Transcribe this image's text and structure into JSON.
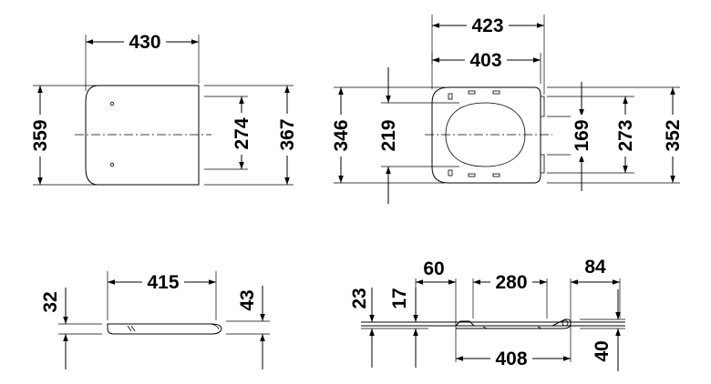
{
  "dimensions": {
    "front_seat_width": "430",
    "front_seat_depth": "359",
    "front_lid_inner": "274",
    "front_lid_depth": "367",
    "ring_outer_width": "423",
    "ring_inner_width": "403",
    "ring_depth_left": "346",
    "ring_opening_left": "219",
    "ring_opening_right": "169",
    "ring_inner_right": "273",
    "ring_depth_right": "352",
    "side_length": "415",
    "side_height_left": "32",
    "side_height_right": "43",
    "detail_height_23": "23",
    "detail_height_17": "17",
    "detail_offset_60": "60",
    "detail_span_280": "280",
    "detail_hinge_84": "84",
    "detail_length_408": "408",
    "detail_height_40": "40"
  }
}
